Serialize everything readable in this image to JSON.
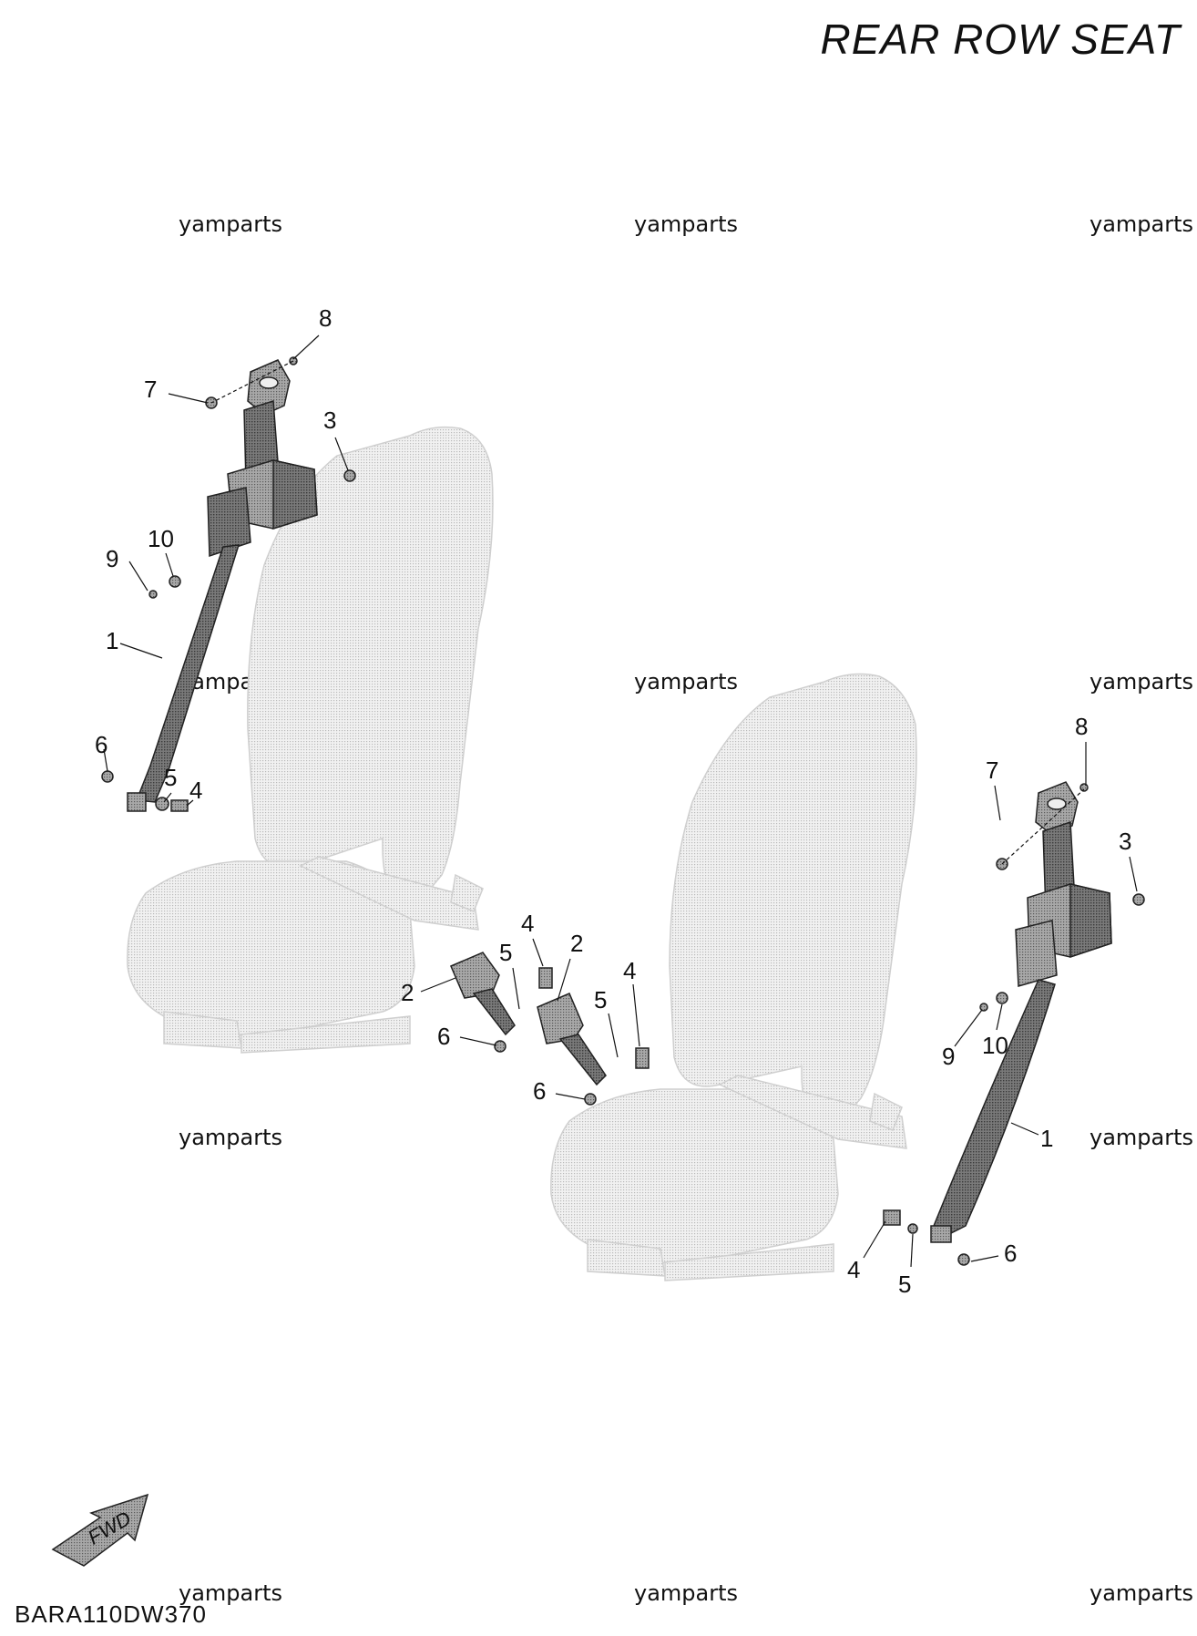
{
  "title": "REAR ROW SEAT",
  "diagram_code": "BARA110DW370",
  "watermark": "yamparts",
  "fwd_label": "FWD",
  "callouts": {
    "n1": "1",
    "n2": "2",
    "n3": "3",
    "n4": "4",
    "n5": "5",
    "n6": "6",
    "n7": "7",
    "n8": "8",
    "n9": "9",
    "n10": "10"
  }
}
